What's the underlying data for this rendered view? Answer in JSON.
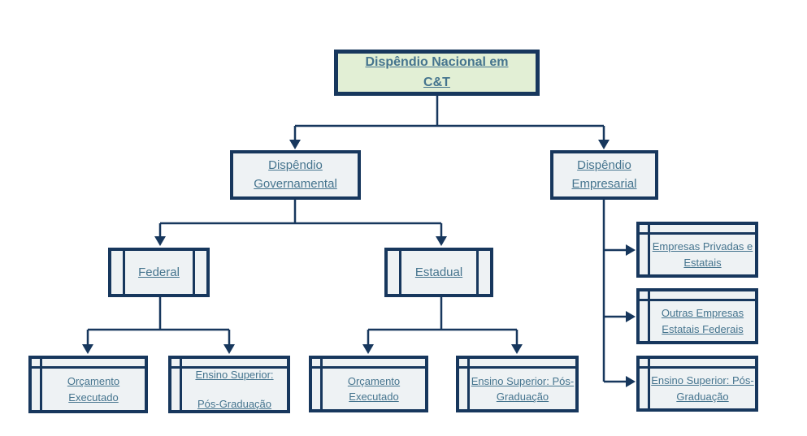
{
  "diagram": {
    "title": "Dispêndio Nacional em C&T",
    "type": "org-chart",
    "colors": {
      "border_navy": "#17375d",
      "root_fill": "#e2efd5",
      "node_fill": "#eef2f4",
      "text_blue": "#45748e",
      "canvas_bg": "#ffffff"
    },
    "nodes": {
      "root": "Dispêndio Nacional em C&T",
      "governamental": "Dispêndio Governamental",
      "empresarial": "Dispêndio Empresarial",
      "federal": "Federal",
      "estadual": "Estadual",
      "fed_orcamento": "Orçamento Executado",
      "fed_ensino": "Ensino Superior: Pós-Graduação",
      "est_orcamento": "Orçamento Executado",
      "est_ensino": "Ensino Superior: Pós-Graduação",
      "emp_privadas": "Empresas Privadas e Estatais",
      "emp_outras": "Outras Empresas Estatais Federais",
      "emp_ensino": "Ensino Superior: Pós-Graduação"
    },
    "edges": [
      {
        "from": "root",
        "to": "governamental"
      },
      {
        "from": "root",
        "to": "empresarial"
      },
      {
        "from": "governamental",
        "to": "federal"
      },
      {
        "from": "governamental",
        "to": "estadual"
      },
      {
        "from": "federal",
        "to": "fed_orcamento"
      },
      {
        "from": "federal",
        "to": "fed_ensino"
      },
      {
        "from": "estadual",
        "to": "est_orcamento"
      },
      {
        "from": "estadual",
        "to": "est_ensino"
      },
      {
        "from": "empresarial",
        "to": "emp_privadas"
      },
      {
        "from": "empresarial",
        "to": "emp_outras"
      },
      {
        "from": "empresarial",
        "to": "emp_ensino"
      }
    ]
  }
}
